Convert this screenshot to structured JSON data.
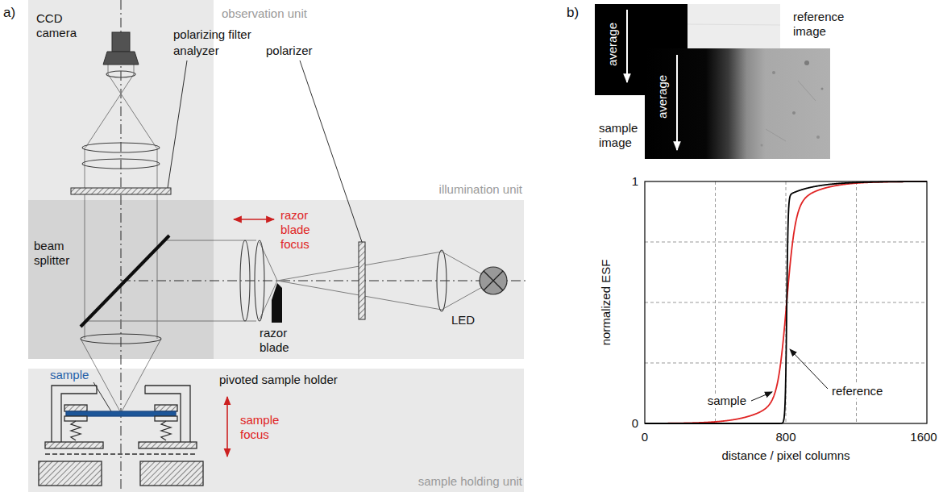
{
  "diagram": {
    "nodes": [
      {
        "text": [
          "observation unit"
        ]
      },
      {
        "text": [
          "illumination unit"
        ]
      },
      {
        "text": [
          "sample holding unit"
        ]
      }
    ],
    "labels": [
      "a)",
      "CCD camera",
      "polarizing filter",
      "analyzer",
      "polarizer",
      "razor blade focus",
      "beam splitter",
      "razor blade",
      "LED",
      "sample",
      "pivoted sample holder",
      "sample focus",
      "b)",
      "reference image",
      "average",
      "average",
      "sample image",
      "normalized ESF",
      "1",
      "0",
      "0",
      "800",
      "1600",
      "distance / pixel columns",
      "sample",
      "reference"
    ]
  }
}
